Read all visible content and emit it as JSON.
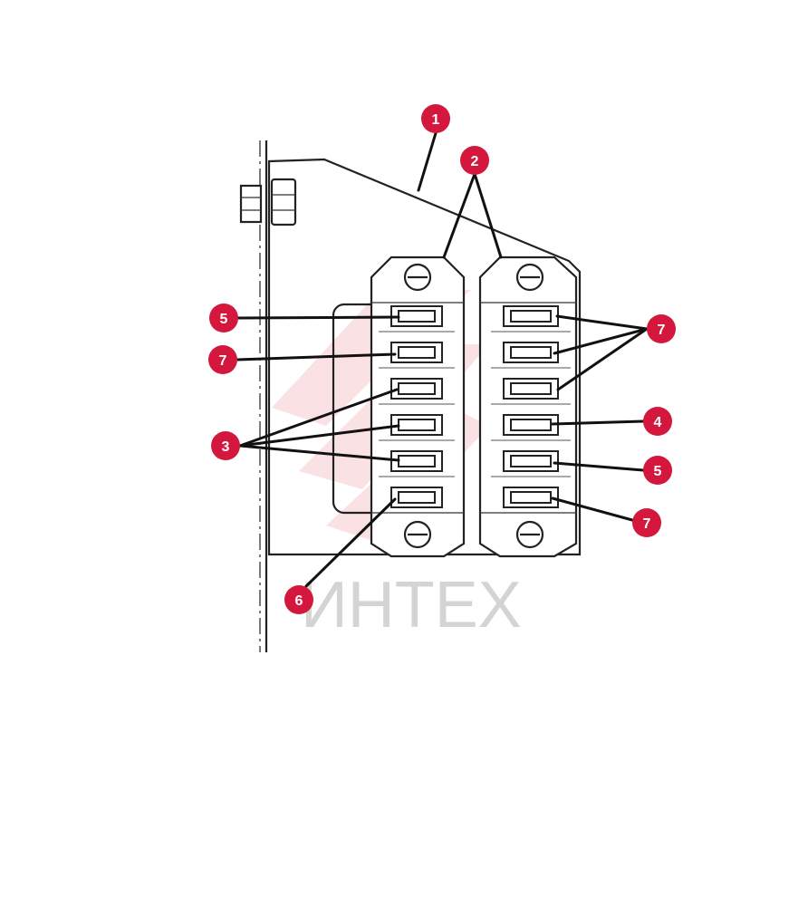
{
  "watermark": {
    "text": "ИНТЕХ",
    "color": "#d4d4d4",
    "logo_color": "#f4c4c8"
  },
  "callout_color": "#d3173d",
  "callouts": [
    {
      "id": "c1",
      "label": "1"
    },
    {
      "id": "c2",
      "label": "2"
    },
    {
      "id": "c5a",
      "label": "5"
    },
    {
      "id": "c7a",
      "label": "7"
    },
    {
      "id": "c3",
      "label": "3"
    },
    {
      "id": "c6",
      "label": "6"
    },
    {
      "id": "c7b",
      "label": "7"
    },
    {
      "id": "c4",
      "label": "4"
    },
    {
      "id": "c5b",
      "label": "5"
    },
    {
      "id": "c7c",
      "label": "7"
    }
  ]
}
